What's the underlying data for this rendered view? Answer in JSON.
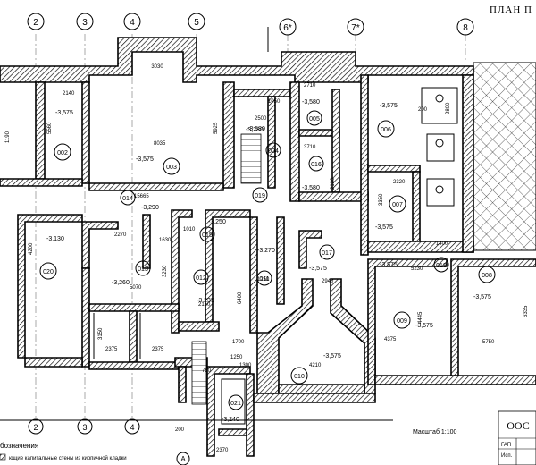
{
  "title": "ПЛАН П",
  "stamp": {
    "company": "ООС",
    "gap": "ГАП",
    "isp": "Исп."
  },
  "scale_text": "Масштаб  1:100",
  "legend": {
    "header": "бозначения",
    "line1": "ющие капитальные стены из кирпичной кладки"
  },
  "axes_top": [
    "2",
    "3",
    "4",
    "5",
    "6*",
    "7*",
    "8"
  ],
  "axes_bottom": [
    "2",
    "3",
    "4"
  ],
  "axis_a": "A",
  "rooms": [
    {
      "id": "002",
      "area": "-3,575"
    },
    {
      "id": "003",
      "area": "-3,575"
    },
    {
      "id": "004",
      "area": "-3,580"
    },
    {
      "id": "005",
      "area": "-3,580"
    },
    {
      "id": "006",
      "area": "-3,575"
    },
    {
      "id": "007",
      "area": "-3,575"
    },
    {
      "id": "008",
      "area": "-3,575"
    },
    {
      "id": "009",
      "area": "-3,575"
    },
    {
      "id": "010",
      "area": "-3,575"
    },
    {
      "id": "011",
      "area": "-3,270"
    },
    {
      "id": "012",
      "area": "-3,235"
    },
    {
      "id": "013",
      "area": "-3,260"
    },
    {
      "id": "014",
      "area": "-3,290"
    },
    {
      "id": "015",
      "area": "-3,250"
    },
    {
      "id": "016",
      "area": "-3,580"
    },
    {
      "id": "017",
      "area": "-3,575"
    },
    {
      "id": "018",
      "area": "-3,575"
    },
    {
      "id": "019",
      "area": "-3,280"
    },
    {
      "id": "020",
      "area": "-3,130"
    },
    {
      "id": "021",
      "area": "-3,240"
    }
  ],
  "dims": [
    "3030",
    "2140",
    "5560",
    "8035",
    "5925",
    "2710",
    "2500",
    "1050",
    "3710",
    "2320",
    "15665",
    "2270",
    "1630",
    "1010",
    "5070",
    "3230",
    "4200",
    "2150",
    "2375",
    "2375",
    "3150",
    "1700",
    "1250",
    "6400",
    "4210",
    "4375",
    "5750",
    "6335",
    "5230",
    "1400",
    "4445",
    "3350",
    "2130",
    "2940",
    "750",
    "1250",
    "1300",
    "2370",
    "200",
    "200",
    "2800",
    "1190"
  ]
}
